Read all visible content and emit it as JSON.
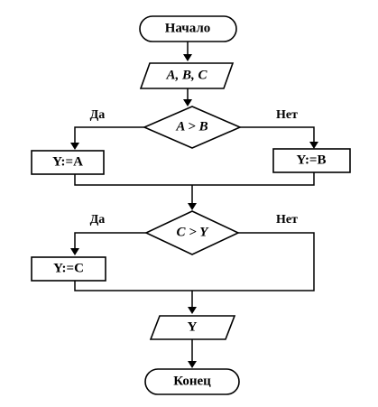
{
  "flowchart": {
    "start": "Начало",
    "input": "A, B, C",
    "decision1": "A > B",
    "decision1_yes": "Да",
    "decision1_no": "Нет",
    "assign_a": "Y:=A",
    "assign_b": "Y:=B",
    "decision2": "C > Y",
    "decision2_yes": "Да",
    "decision2_no": "Нет",
    "assign_c": "Y:=C",
    "output": "Y",
    "end": "Конец"
  }
}
